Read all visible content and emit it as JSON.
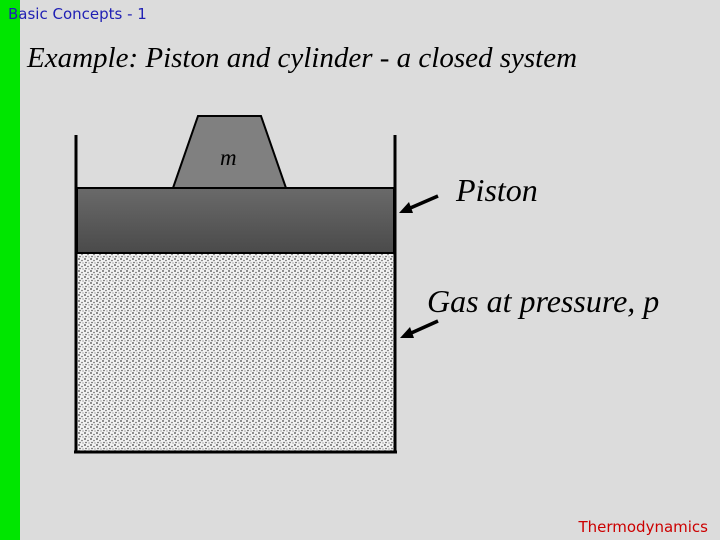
{
  "header": {
    "text": "Basic Concepts - 1"
  },
  "title": {
    "text": "Example:  Piston and cylinder - a closed system"
  },
  "diagram": {
    "mass_label": "m",
    "piston_label": "Piston",
    "gas_label": "Gas at pressure, p"
  },
  "footer": {
    "text": "Thermodynamics"
  },
  "colors": {
    "left_bar": "#00e600",
    "background": "#dcdcdc",
    "piston": "#555555",
    "mass": "#808080",
    "header_text": "#1f1fb4",
    "footer_text": "#cc0000"
  }
}
